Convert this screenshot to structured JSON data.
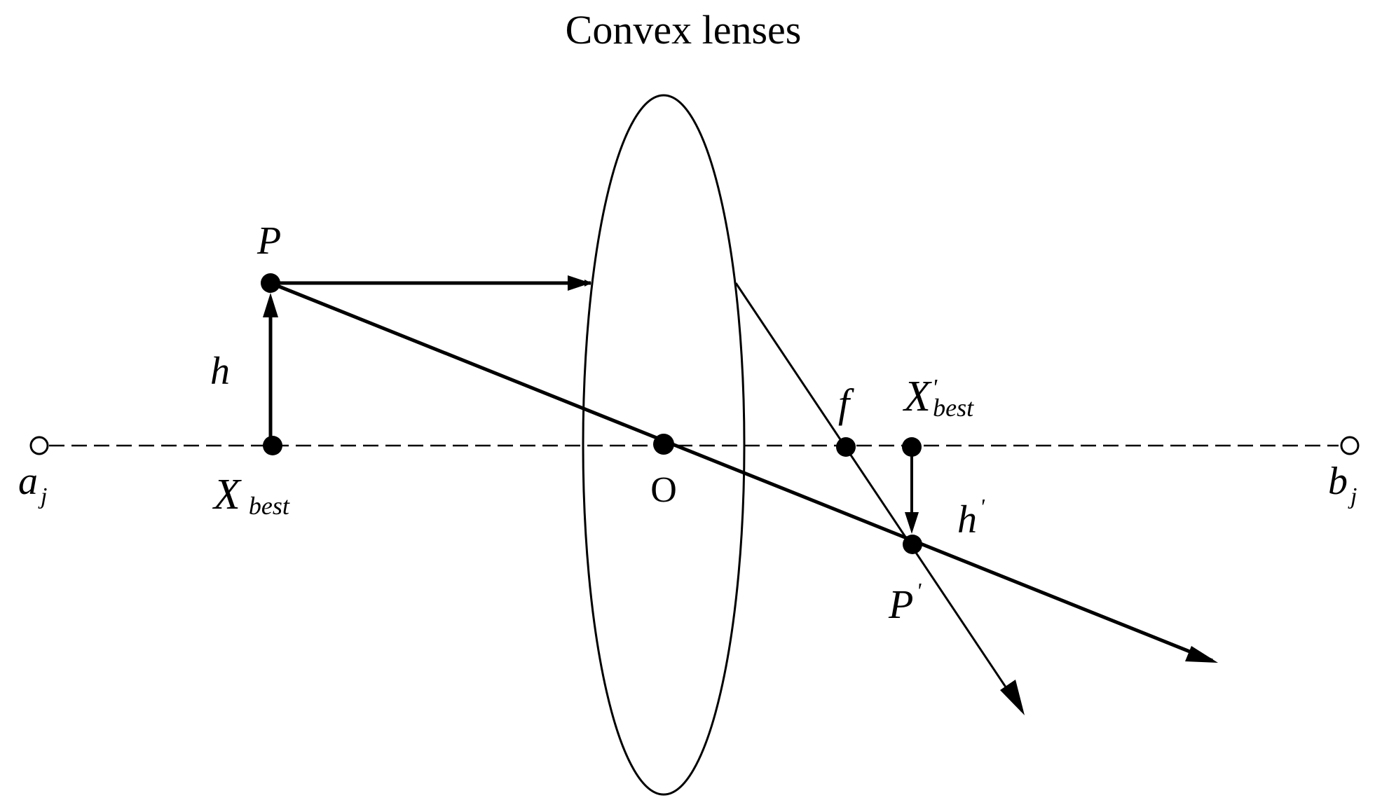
{
  "title": "Convex lenses",
  "labels": {
    "a": "a",
    "a_sub": "j",
    "b": "b",
    "b_sub": "j",
    "P": "P",
    "h": "h",
    "X_best": "X",
    "X_best_sub": "best",
    "O": "O",
    "f": "f",
    "X_best_prime": "X",
    "X_best_prime_sup": "'",
    "X_best_prime_sub": "best",
    "h_prime": "h",
    "h_prime_sup": "'",
    "P_prime": "P",
    "P_prime_sup": "'"
  },
  "colors": {
    "stroke": "#000000",
    "background": "#ffffff"
  }
}
